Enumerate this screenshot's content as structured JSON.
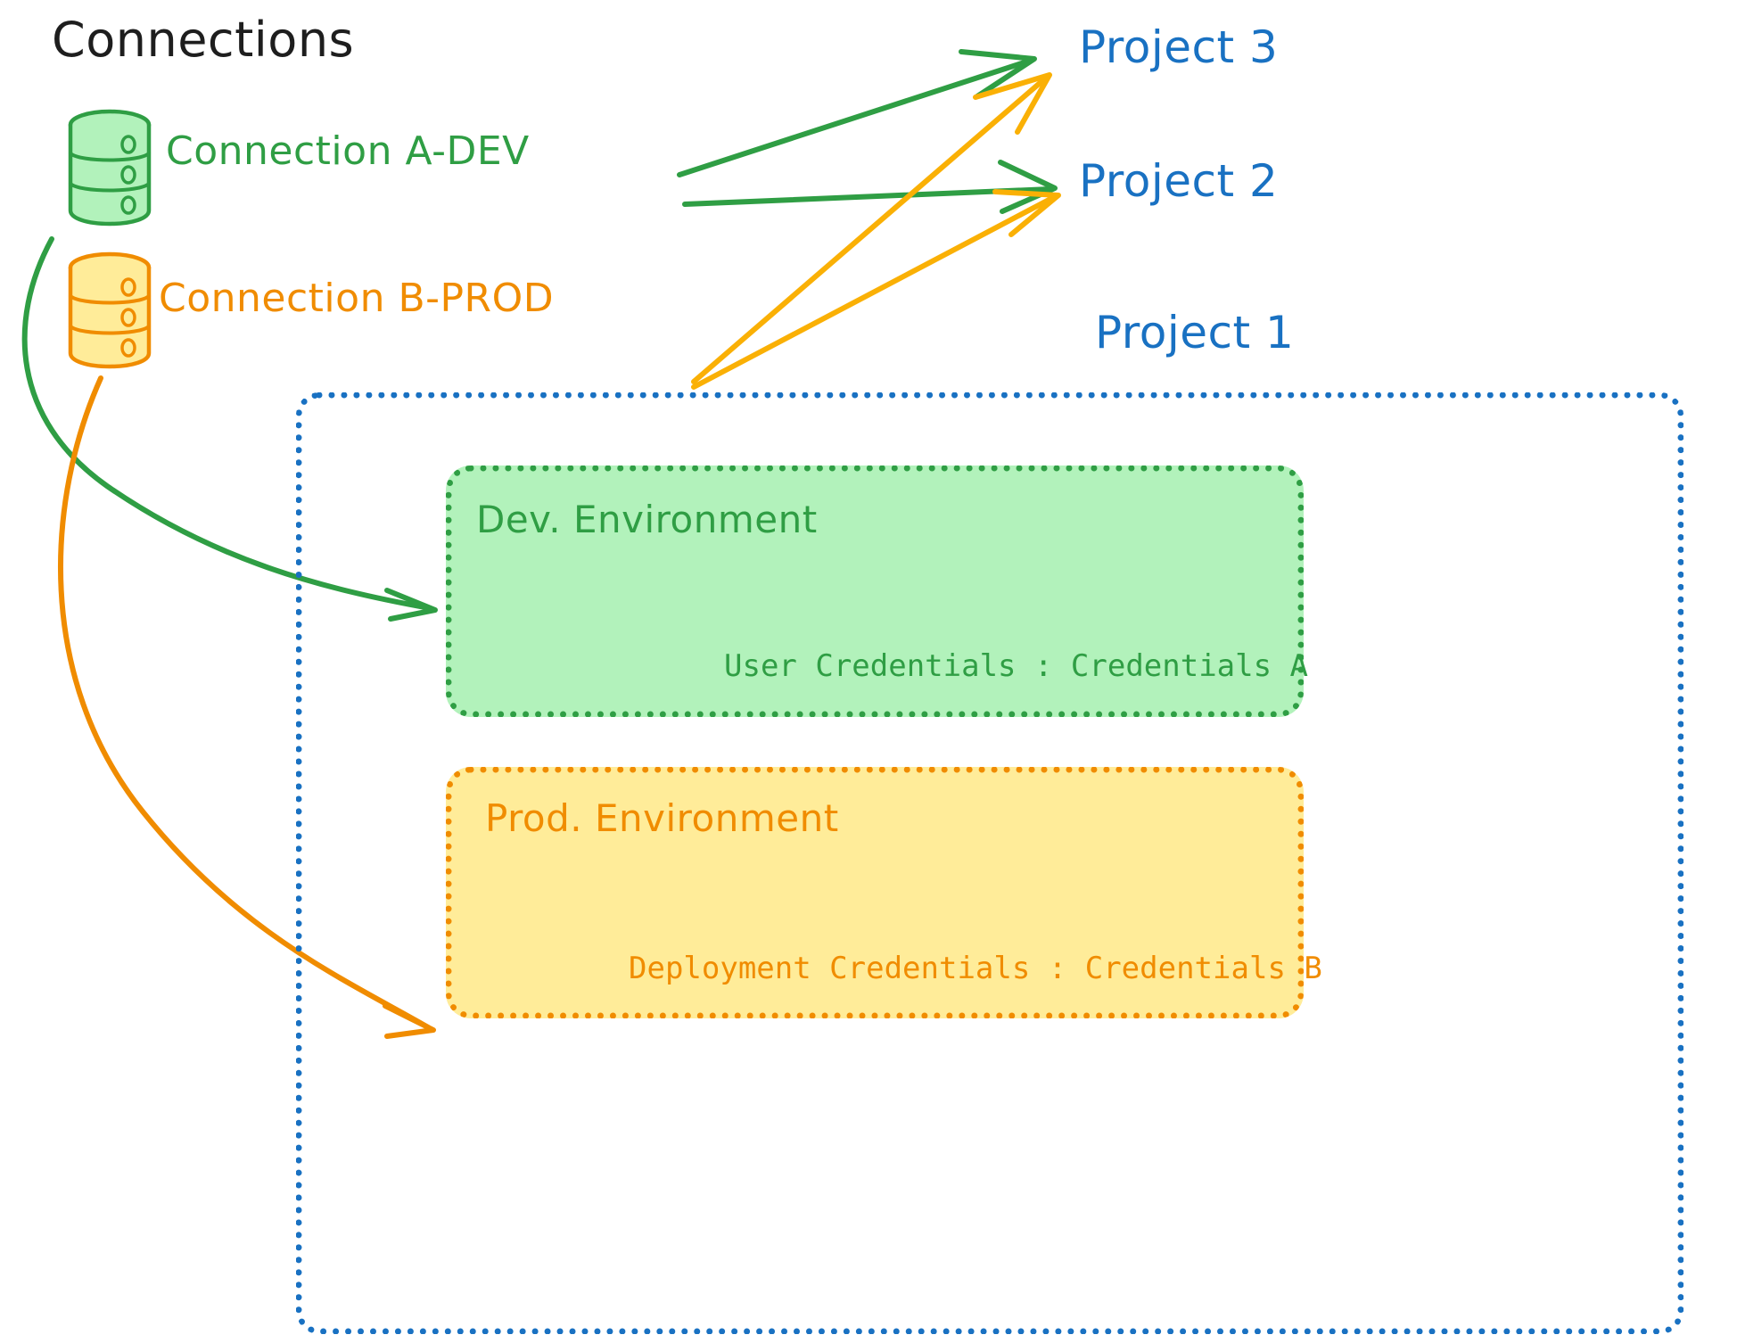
{
  "diagram": {
    "title": "Connections",
    "title_color": "#1e1e1e",
    "background": "#ffffff"
  },
  "connections": [
    {
      "id": "connection-a-dev",
      "label": "Connection A-DEV",
      "color": "#2f9e44",
      "fill": "#b2f2bb",
      "icon": "database-icon",
      "targets": [
        "Project 3",
        "Project 2",
        "Dev. Environment"
      ]
    },
    {
      "id": "connection-b-prod",
      "label": "Connection B-PROD",
      "color": "#f08c00",
      "fill": "#ffec99",
      "icon": "database-icon",
      "targets": [
        "Project 3",
        "Project 2",
        "Prod. Environment"
      ]
    }
  ],
  "projects": [
    {
      "id": "project-3",
      "label": "Project 3",
      "color": "#1971c2"
    },
    {
      "id": "project-2",
      "label": "Project 2",
      "color": "#1971c2"
    },
    {
      "id": "project-1",
      "label": "Project 1",
      "color": "#1971c2"
    }
  ],
  "project_1": {
    "label": "Project 1",
    "border_color": "#1971c2",
    "environments": [
      {
        "id": "dev-environment",
        "title": "Dev. Environment",
        "credentials_label": "User Credentials : Credentials A",
        "color": "#2f9e44",
        "fill": "#b2f2bb"
      },
      {
        "id": "prod-environment",
        "title": "Prod. Environment",
        "credentials_label": "Deployment Credentials : Credentials B",
        "color": "#f08c00",
        "fill": "#ffec99"
      }
    ]
  },
  "colors": {
    "green_stroke": "#2f9e44",
    "green_fill": "#b2f2bb",
    "orange_stroke": "#f08c00",
    "orange_arrow": "#fab005",
    "orange_fill": "#ffec99",
    "blue": "#1971c2",
    "black": "#1e1e1e"
  }
}
